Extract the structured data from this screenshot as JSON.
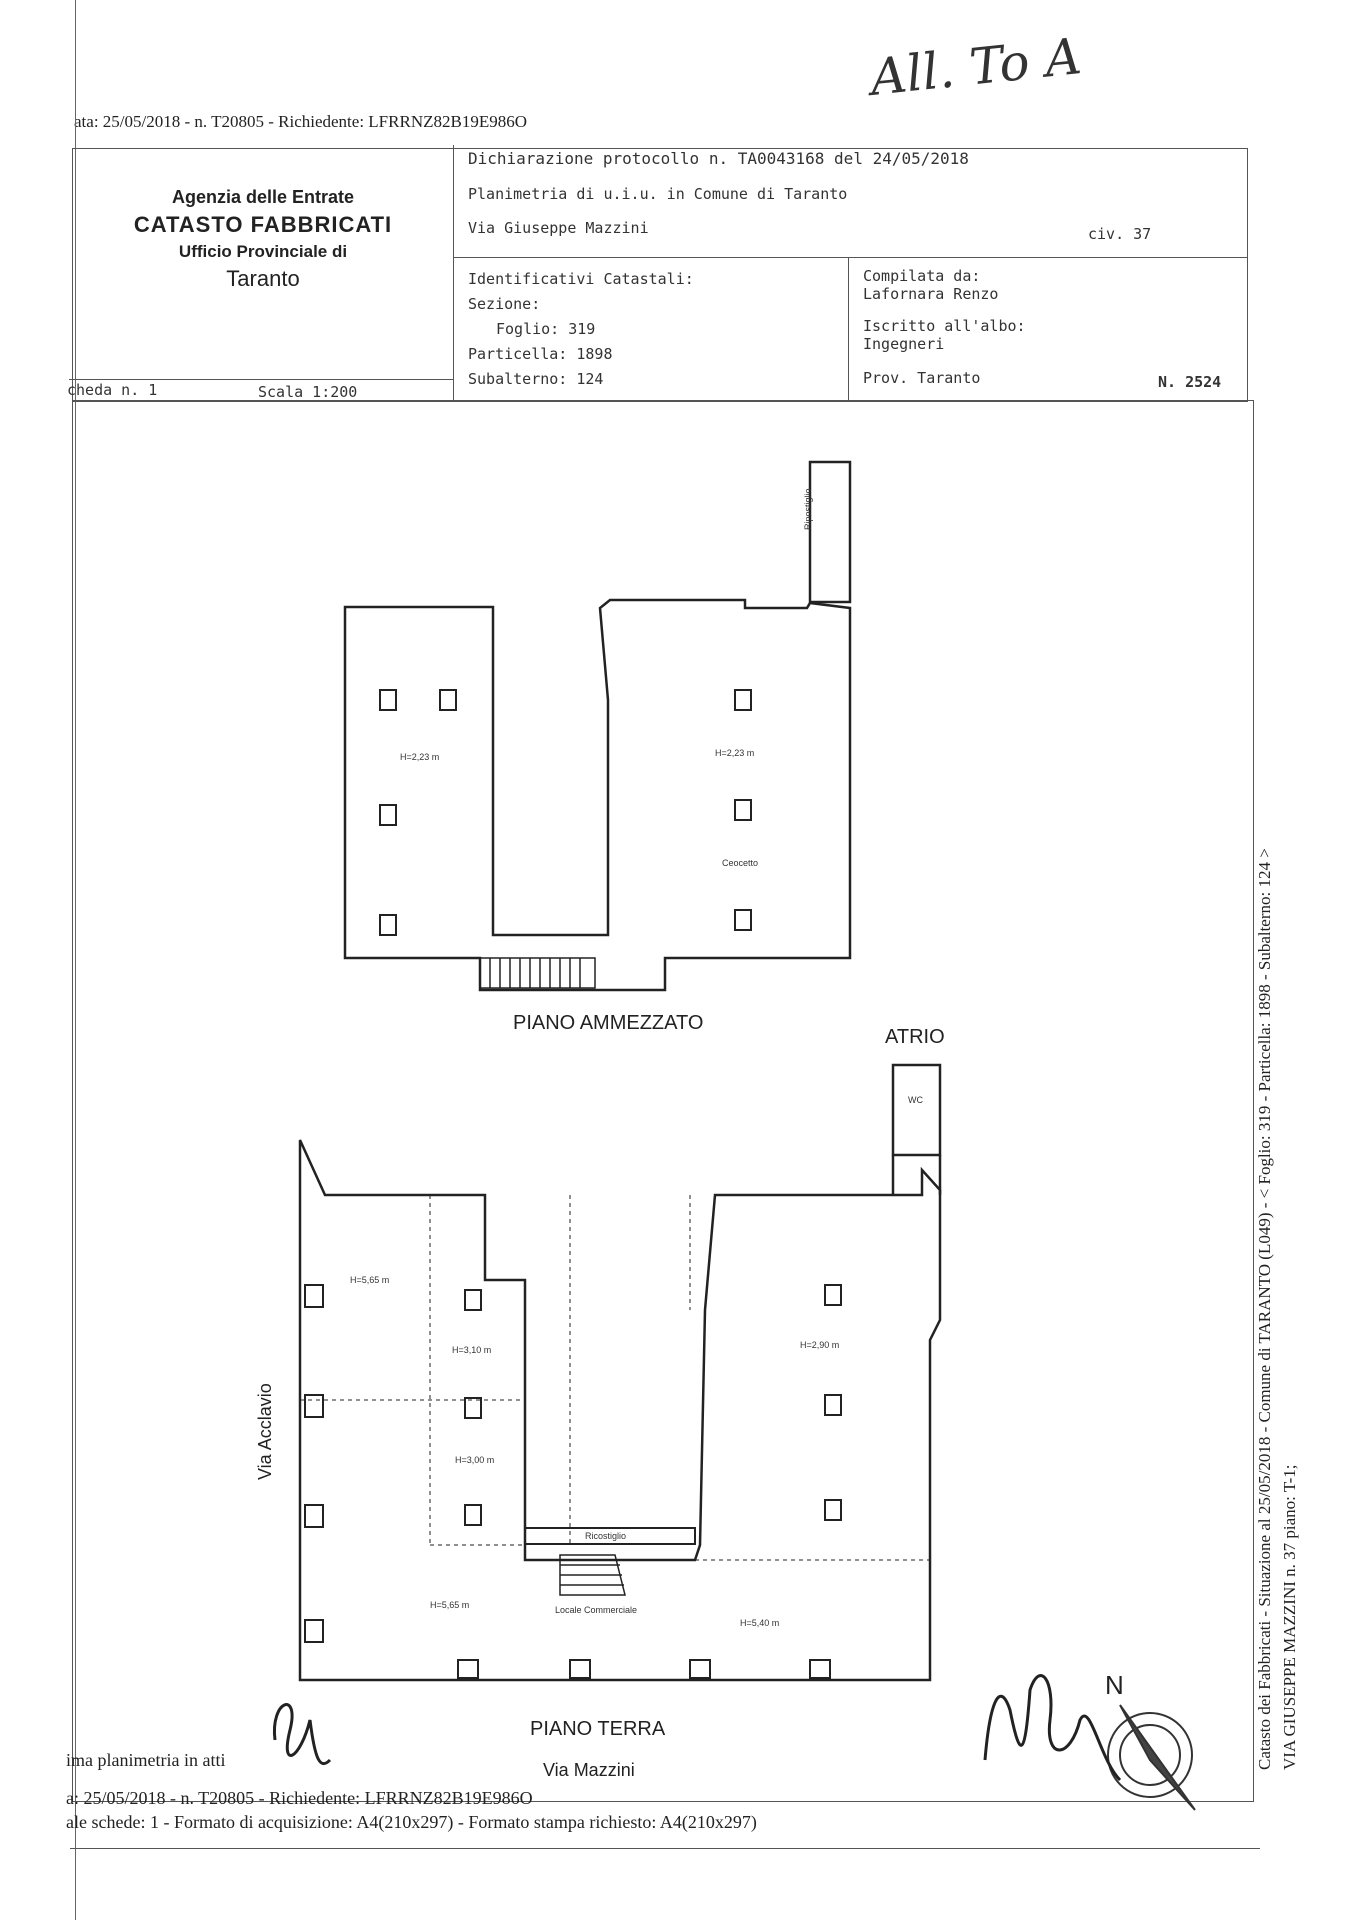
{
  "annotation_top": "All. To  A",
  "top_line": "ata: 25/05/2018 - n. T20805 - Richiedente: LFRRNZ82B19E986O",
  "agency": {
    "line1": "Agenzia delle Entrate",
    "line2": "CATASTO FABBRICATI",
    "line3": "Ufficio Provinciale di",
    "line4": "Taranto"
  },
  "declaration": "Dichiarazione protocollo n. TA0043168 del 24/05/2018",
  "planimetry": "Planimetria di u.i.u. in Comune di Taranto",
  "address": "Via Giuseppe Mazzini",
  "civic": "civ. 37",
  "identifiers": {
    "title": "Identificativi Catastali:",
    "sezione": "Sezione:",
    "foglio": "Foglio: 319",
    "particella": "Particella: 1898",
    "subalterno": "Subalterno: 124"
  },
  "compiler": {
    "compiled_by": "Compilata da:",
    "name": "Lafornara Renzo",
    "registered": "Iscritto all'albo:",
    "profession": "Ingegneri",
    "province": "Prov. Taranto",
    "number": "N. 2524"
  },
  "scheda": "cheda n. 1",
  "scale": "Scala 1:200",
  "upper_plan": {
    "title": "PIANO AMMEZZATO",
    "rooms": [
      "H=2,23 m",
      "H=2,23 m",
      "Ceocetto",
      "Ripostiglio"
    ]
  },
  "lower_plan": {
    "title": "PIANO TERRA",
    "street_bottom": "Via Mazzini",
    "street_left": "Via Acclavio",
    "atrio": "ATRIO",
    "wc": "WC",
    "rooms": [
      "H=5,65 m",
      "H=3,10 m",
      "H=3,00 m",
      "H=2,90 m",
      "Ricostiglio",
      "H=5,65 m",
      "Locale Commerciale",
      "H=5,40 m"
    ]
  },
  "north": "N",
  "last_plan": "ima planimetria in atti",
  "footer_line1": "a: 25/05/2018 - n. T20805 - Richiedente: LFRRNZ82B19E986O",
  "footer_line2": "ale schede: 1 - Formato di acquisizione: A4(210x297) - Formato stampa richiesto: A4(210x297)",
  "side_text1": "Catasto dei Fabbricati - Situazione al 25/05/2018 - Comune di TARANTO (L049) - < Foglio: 319 - Particella: 1898 - Subalterno: 124 >",
  "side_text2": "VIA GIUSEPPE MAZZINI n. 37 piano: T-1;"
}
